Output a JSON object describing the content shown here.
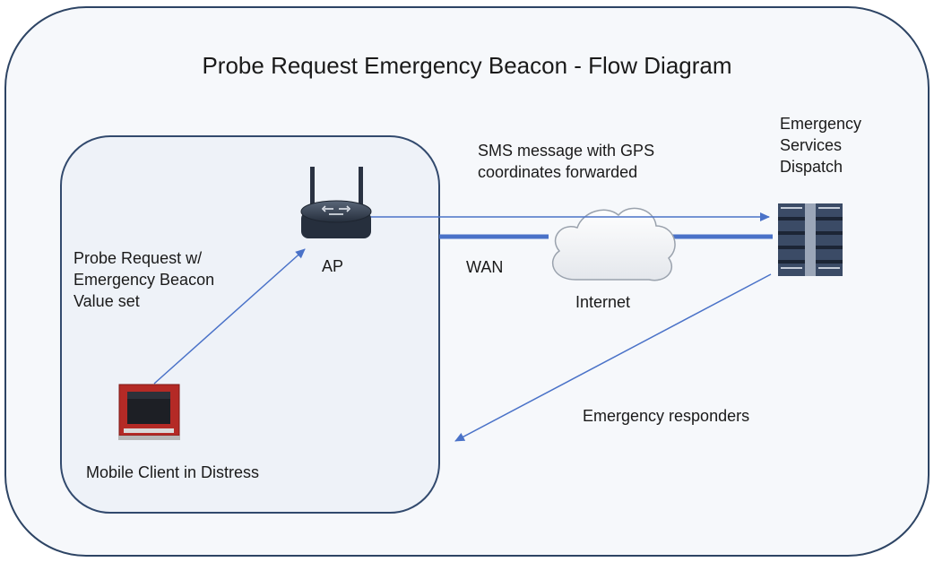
{
  "diagram": {
    "title": "Probe Request Emergency Beacon - Flow Diagram",
    "nodes": {
      "ap": {
        "label": "AP",
        "icon": "wireless-access-point-icon"
      },
      "client": {
        "label": "Mobile Client in Distress",
        "icon": "laptop-icon"
      },
      "internet": {
        "label": "Internet",
        "icon": "cloud-icon"
      },
      "dispatch": {
        "label_lines": [
          "Emergency",
          "Services",
          "Dispatch"
        ],
        "icon": "server-rack-icon"
      }
    },
    "edges": {
      "probe_request": {
        "label_lines": [
          "Probe Request w/",
          "Emergency Beacon",
          "Value set"
        ]
      },
      "sms": {
        "label_lines": [
          "SMS message with GPS",
          "coordinates forwarded"
        ]
      },
      "wan": {
        "label": "WAN"
      },
      "responders": {
        "label": "Emergency responders"
      }
    },
    "colors": {
      "background_panel": "#f6f8fb",
      "outer_border": "#2d4464",
      "site_panel": "#eef2f8",
      "site_border": "#324a6e",
      "flow_arrow": "#4a72c8",
      "wan_link": "#4a72c8",
      "client_red": "#b42a26",
      "ap_body": "#3a4658",
      "server": "#2f3e56",
      "cloud": "#f7f8fa"
    }
  }
}
